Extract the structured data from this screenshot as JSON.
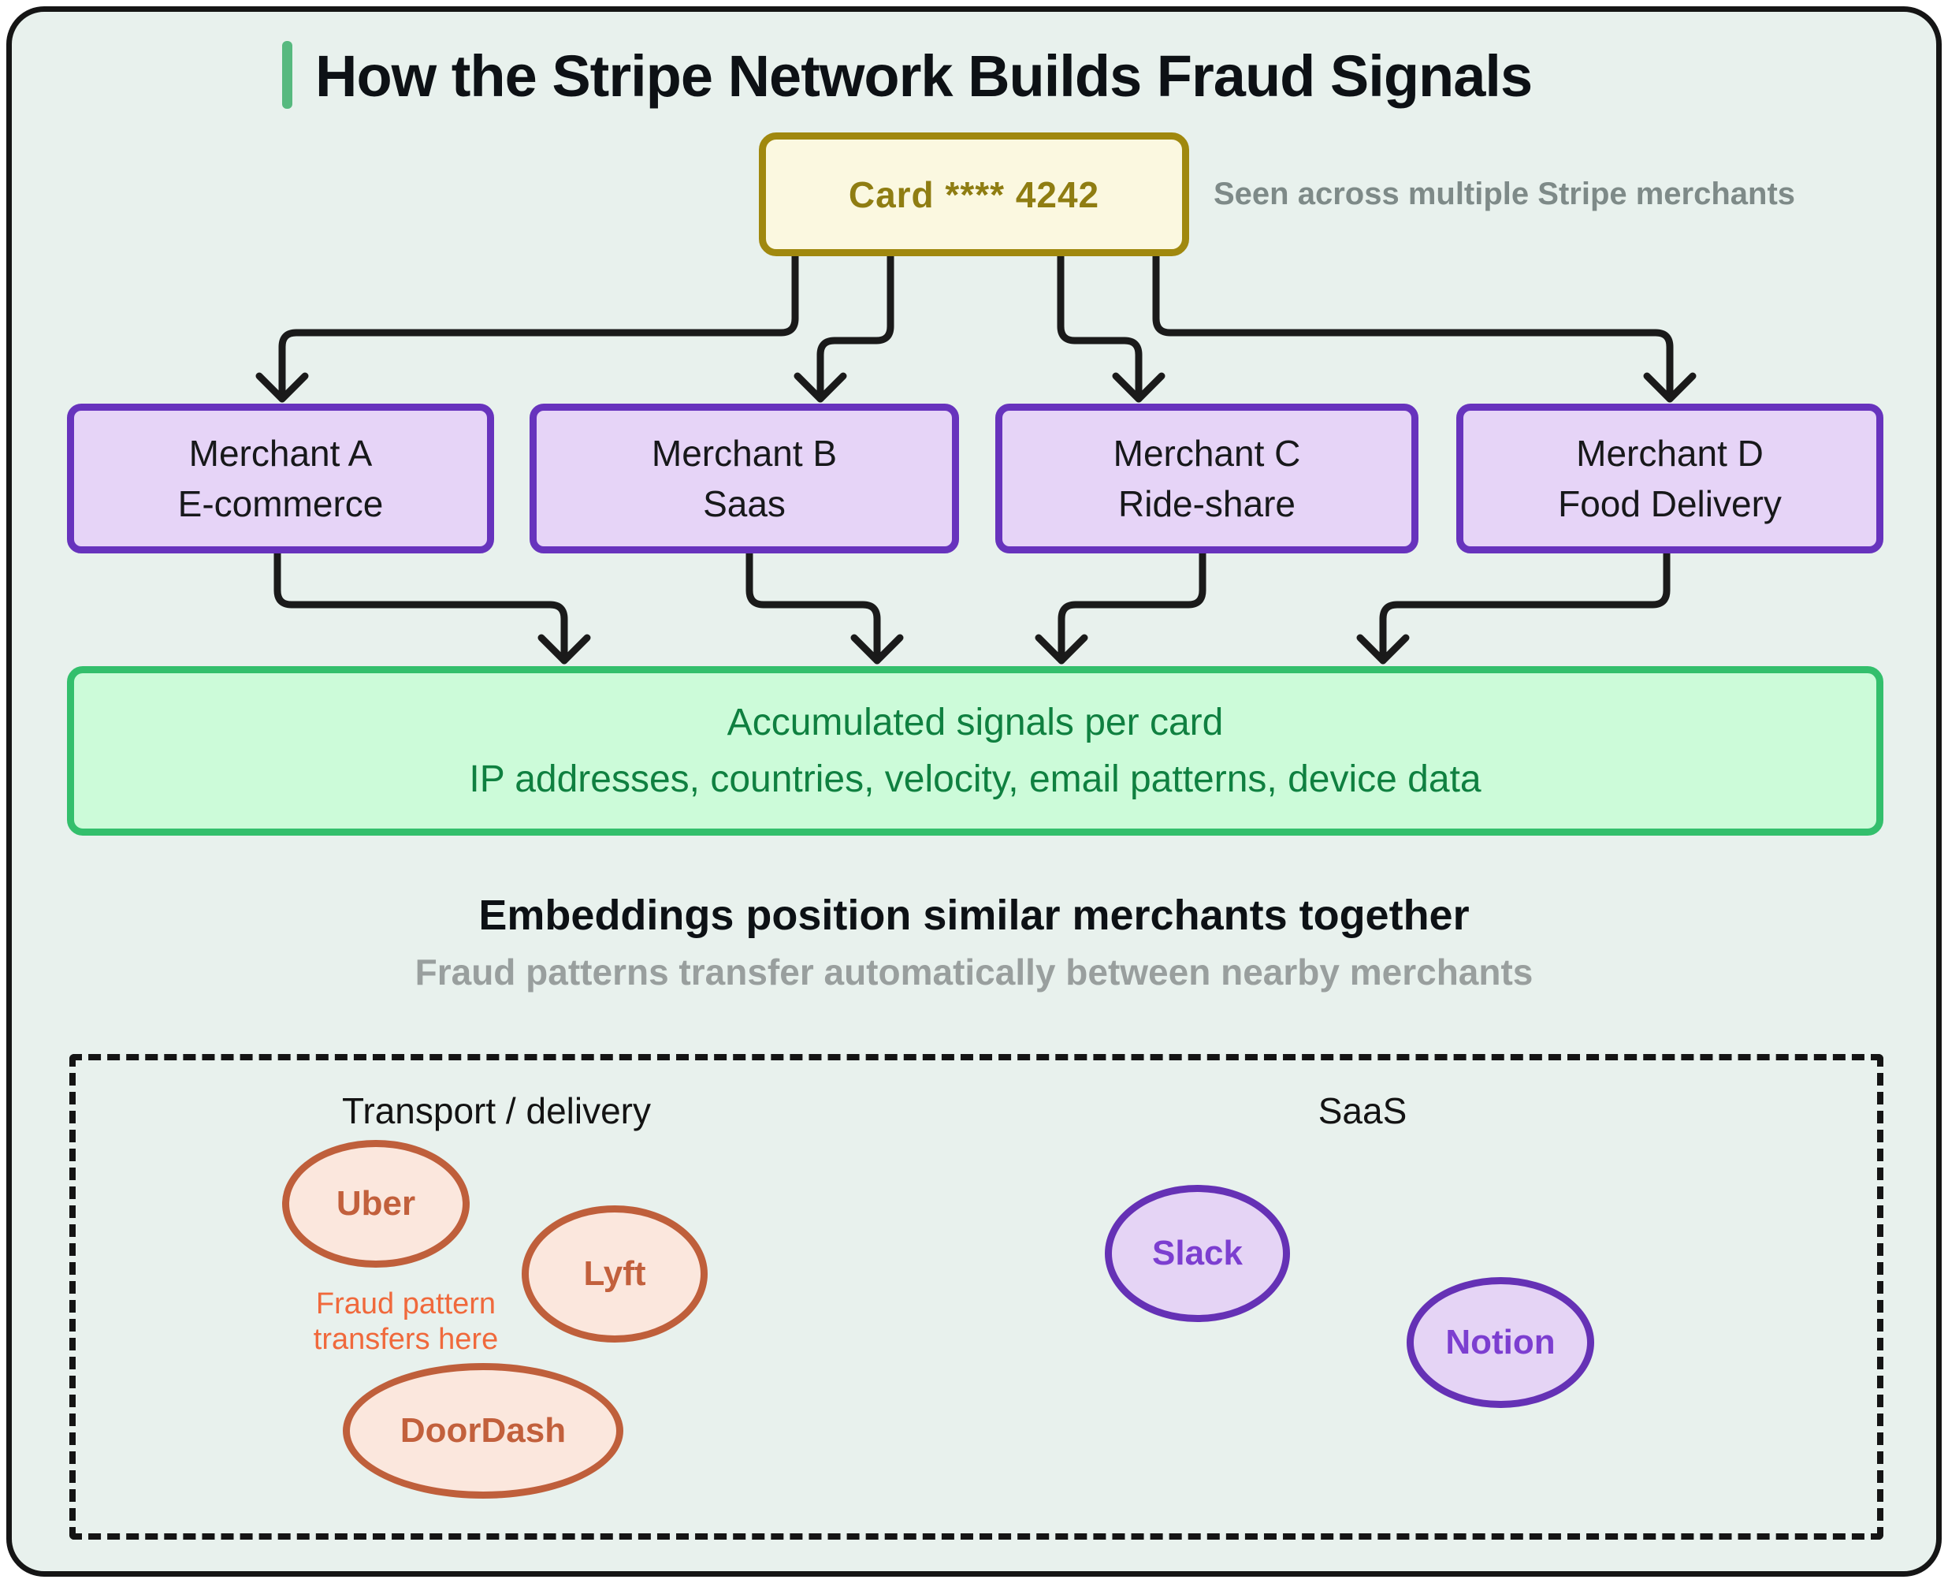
{
  "title": "How the Stripe Network Builds Fraud Signals",
  "card": {
    "label": "Card **** 4242",
    "note": "Seen across multiple Stripe merchants"
  },
  "merchants": [
    {
      "name": "Merchant A",
      "type": "E-commerce"
    },
    {
      "name": "Merchant B",
      "type": "Saas"
    },
    {
      "name": "Merchant C",
      "type": "Ride-share"
    },
    {
      "name": "Merchant D",
      "type": "Food Delivery"
    }
  ],
  "signals": {
    "line1": "Accumulated signals per card",
    "line2": "IP addresses, countries, velocity, email patterns, device data"
  },
  "embeddings": {
    "heading": "Embeddings position similar merchants together",
    "subheading": "Fraud patterns transfer automatically between nearby merchants"
  },
  "clusters": {
    "transport": {
      "label": "Transport / delivery",
      "nodes": [
        "Uber",
        "Lyft",
        "DoorDash"
      ],
      "annotation_line1": "Fraud pattern",
      "annotation_line2": "transfers here"
    },
    "saas": {
      "label": "SaaS",
      "nodes": [
        "Slack",
        "Notion"
      ]
    }
  },
  "colors": {
    "panel_background": "#e8f1ed",
    "panel_border": "#151515",
    "title_accent": "#57b97f",
    "card_fill": "#fbf8e0",
    "card_border": "#a0880e",
    "card_text": "#8f7d12",
    "note_text": "#7e8a88",
    "merchant_fill": "#e6d4f7",
    "merchant_border": "#6733bd",
    "signals_fill": "#ccfbd9",
    "signals_border": "#33bf6c",
    "signals_text": "#0f8040",
    "subheading_text": "#999f9e",
    "arrow": "#1a1a1a",
    "transport_bubble_fill": "#fbe7dd",
    "transport_bubble_border": "#bf5f3b",
    "transport_bubble_text": "#c2603c",
    "annotation_text": "#f0693c",
    "saas_bubble_fill": "#e5d4f5",
    "saas_bubble_border": "#6531b5",
    "saas_bubble_text": "#7c3ed0"
  }
}
